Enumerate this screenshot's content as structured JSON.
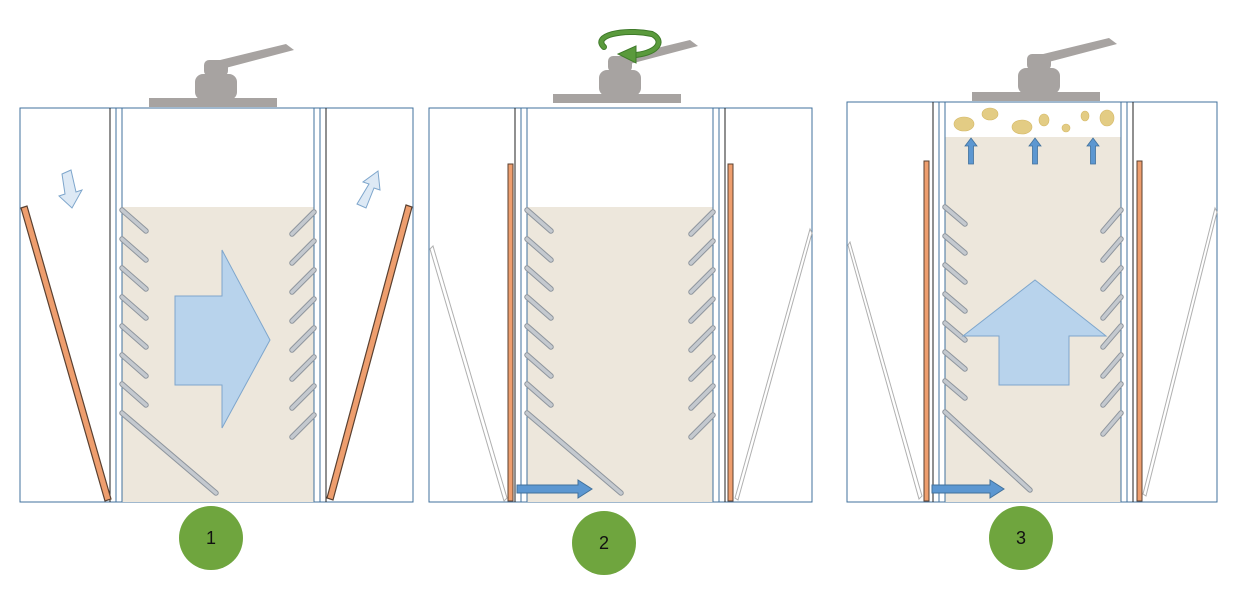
{
  "colors": {
    "frame": "#41719c",
    "fill": "#ede7dc",
    "panel": "#ee9e6e",
    "panel_dark": "#5a4030",
    "baffle": "#b1b7bf",
    "arrow": "#b8d3ec",
    "arrow_stroke": "#7ea6cc",
    "small_arrow": "#5c97d1",
    "turn_arrow": "#5a9a3c",
    "hopper": "#a7a3a1",
    "dust": "#e3cc84",
    "badge": "#6fa53e"
  },
  "steps": [
    {
      "label": "1",
      "icon": "hopper-icon",
      "state": "filling",
      "main_arrow": "right"
    },
    {
      "label": "2",
      "icon": "rotate-arrow-icon",
      "state": "rotating",
      "main_arrow": "none"
    },
    {
      "label": "3",
      "icon": "hopper-icon",
      "state": "venting",
      "main_arrow": "up"
    }
  ]
}
